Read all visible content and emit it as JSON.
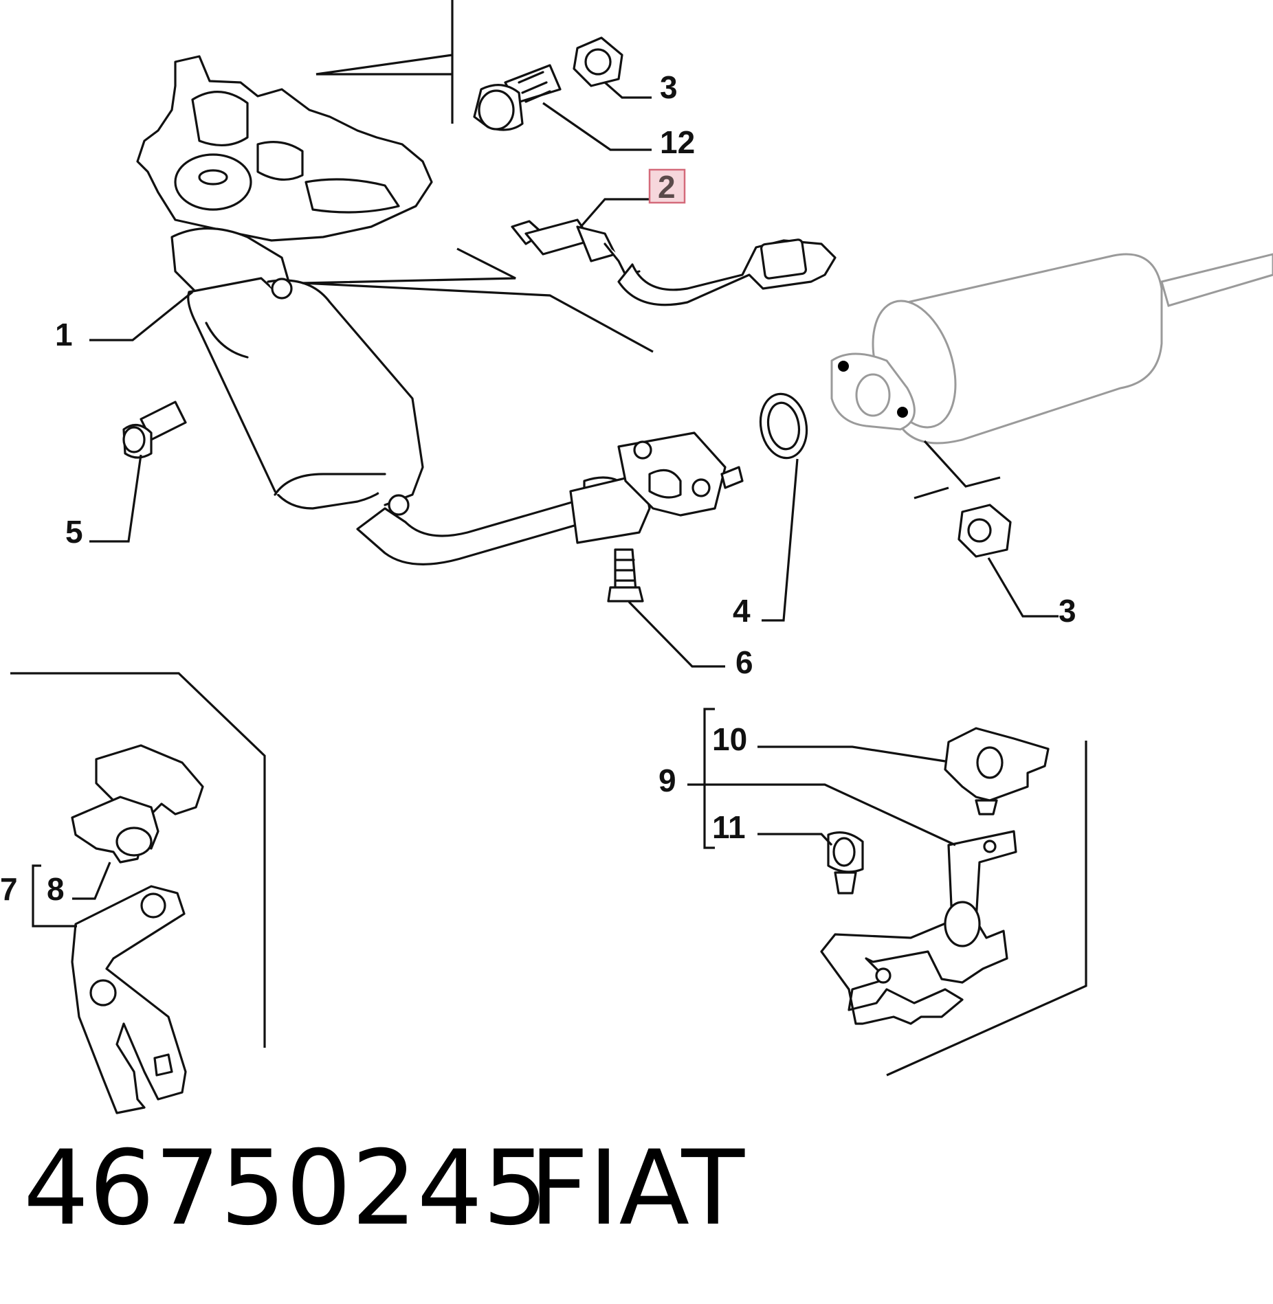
{
  "diagram": {
    "callouts": [
      {
        "id": "c1",
        "label": "1"
      },
      {
        "id": "c2",
        "label": "2",
        "highlight_color": "#f6d7dc",
        "highlight_border": "#d46a7a"
      },
      {
        "id": "c3a",
        "label": "3"
      },
      {
        "id": "c3b",
        "label": "3"
      },
      {
        "id": "c4",
        "label": "4"
      },
      {
        "id": "c5",
        "label": "5"
      },
      {
        "id": "c6",
        "label": "6"
      },
      {
        "id": "c7",
        "label": "7"
      },
      {
        "id": "c8",
        "label": "8"
      },
      {
        "id": "c9",
        "label": "9"
      },
      {
        "id": "c10",
        "label": "10"
      },
      {
        "id": "c11",
        "label": "11"
      },
      {
        "id": "c12",
        "label": "12"
      }
    ]
  },
  "footer": {
    "part_number": "46750245",
    "brand": "FIAT"
  }
}
